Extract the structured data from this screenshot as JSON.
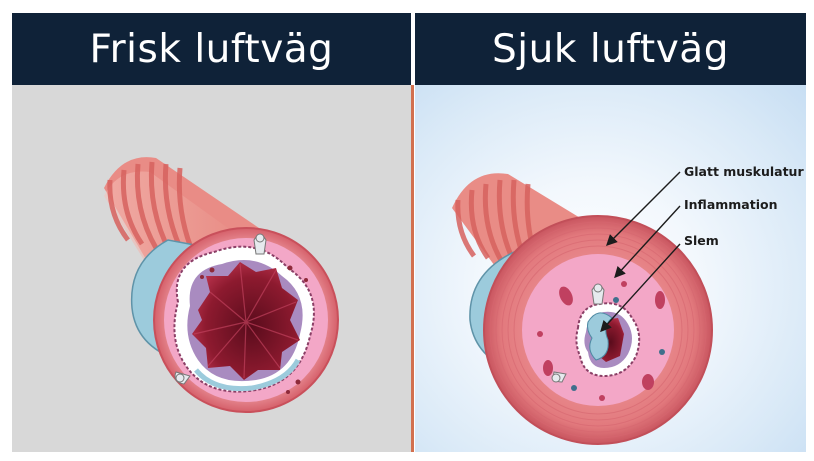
{
  "panels": {
    "healthy": {
      "title": "Frisk luftväg"
    },
    "sick": {
      "title": "Sjuk luftväg"
    }
  },
  "labels": {
    "smooth_muscle": "Glatt muskulatur",
    "inflammation": "Inflammation",
    "mucus": "Slem"
  },
  "colors": {
    "header_bg": "#0f2238",
    "divider": "#d2704f",
    "tissue_pink": "#f2a3c4",
    "airway_wall": "#e2797d",
    "lumen": "#8c1a2e",
    "mucus_blue": "#9ccbdc"
  }
}
